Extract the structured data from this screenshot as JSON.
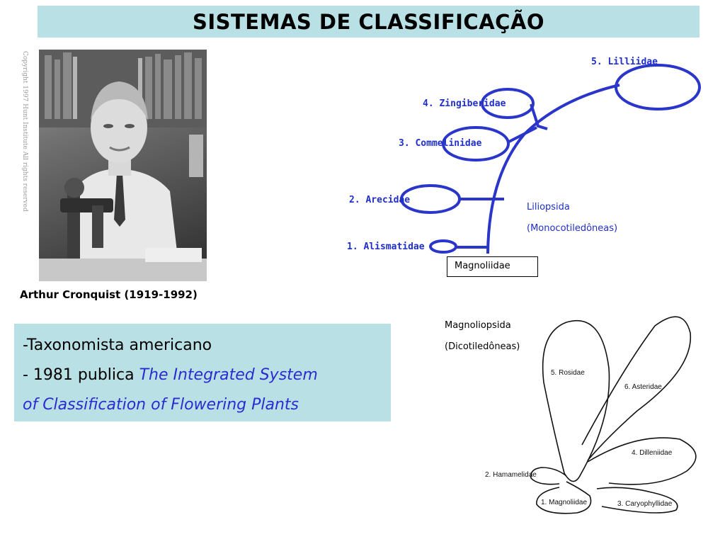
{
  "title": "SISTEMAS DE CLASSIFICAÇÃO",
  "photo": {
    "copyright": "Copyright 1997 Hunt Institute All rights reserved",
    "caption": "Arthur Cronquist (1919-1992)"
  },
  "info": {
    "line1": "-Taxonomista americano",
    "line2_prefix": "- 1981 publica ",
    "line2_title": "The Integrated System",
    "line3_title": "of Classification of Flowering Plants"
  },
  "monocot_tree": {
    "subclasses": [
      "1. Alismatidae",
      "2. Arecidae",
      "3. Commelinidae",
      "4. Zingiberidae",
      "5. Lilliidae"
    ],
    "class_name": "Liliopsida",
    "class_common": "(Monocotiledôneas)",
    "root": "Magnoliidae",
    "colors": {
      "branch": "#2a35c9",
      "label": "#1f2fc8"
    }
  },
  "dicot_tree": {
    "class_name": "Magnoliopsida",
    "class_common": "(Dicotiledôneas)",
    "subclasses": [
      "1. Magnoliidae",
      "2. Hamamelidae",
      "3. Caryophyllidae",
      "4. Dilleniidae",
      "5. Rosidae",
      "6. Asteridae"
    ]
  },
  "colors": {
    "panel_bg": "#b9e1e5",
    "title_text": "#000000"
  }
}
